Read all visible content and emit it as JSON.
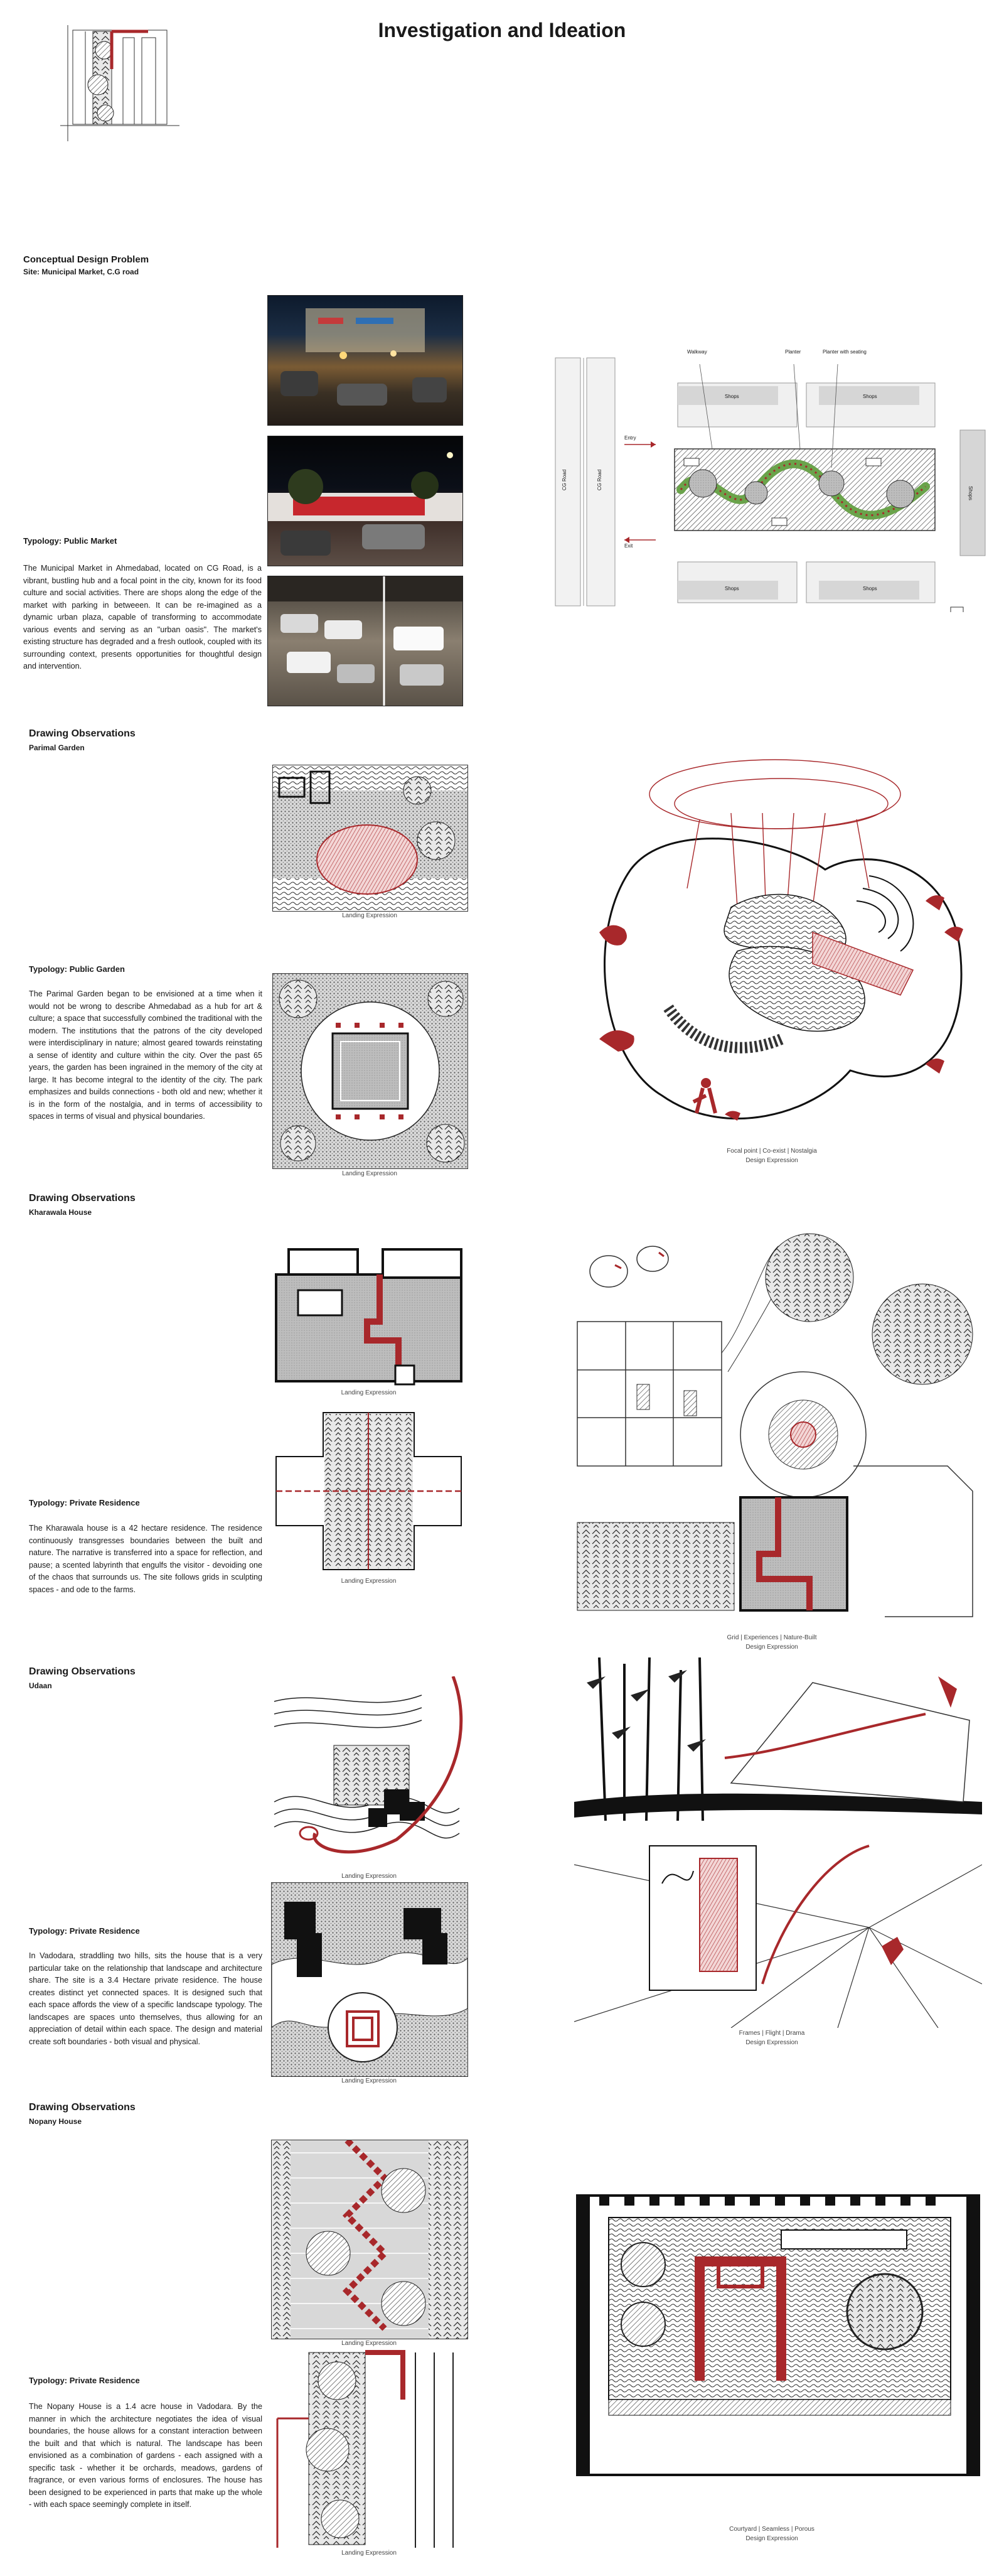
{
  "page": {
    "title": "Investigation and Ideation"
  },
  "colors": {
    "accent": "#a8282b",
    "ink": "#1a1a1a"
  },
  "problem": {
    "heading": "Conceptual Design Problem",
    "site": "Site: Municipal Market, C.G road",
    "typology": "Typology: Public Market",
    "description": "The Municipal Market in Ahmedabad, located on CG Road, is a vibrant, bustling hub and a focal point in the city, known for its food culture and social activities. There are shops along the edge of the market with parking in betweeen. It can be re-imagined as a dynamic urban plaza, capable of transforming to accommodate various events and serving as an \"urban oasis\". The market's existing structure has degraded and a fresh outlook, coupled with its surrounding context, presents opportunities for thoughtful design and intervention."
  },
  "site_plan": {
    "walkway": "Walkway",
    "planter": "Planter",
    "planter_seating": "Planter with seating",
    "shops": "Shops",
    "entry": "Entry",
    "exit": "Exit",
    "cg_road": "CG Road"
  },
  "observations": [
    {
      "heading": "Drawing Observations",
      "name": "Parimal Garden",
      "typology": "Typology: Public Garden",
      "description": "The Parimal Garden began to be envisioned at a time when it would not be wrong to describe Ahmedabad as a hub for art & culture; a space that successfully combined the traditional with the modern. The institutions that the patrons of the city developed were interdisciplinary in nature; almost geared towards reinstating a sense of identity and culture within the city. Over the past 65 years, the garden has been ingrained in the memory of the city at large. It has become integral to the identity of the city. The park emphasizes and builds connections - both old and new; whether it is in the form of the nostalgia, and in terms of accessibility to spaces in terms of visual and physical boundaries.",
      "cap1": "Landing Expression",
      "cap2": "Landing Expression",
      "keywords": "Focal point | Co-exist | Nostalgia",
      "design_caption": "Design Expression"
    },
    {
      "heading": "Drawing Observations",
      "name": "Kharawala House",
      "typology": "Typology: Private Residence",
      "description": "The Kharawala house is a 42 hectare residence. The residence continuously transgresses boundaries between the built and nature. The narrative is transferred into a space for reflection, and pause; a scented labyrinth that engulfs the visitor - devoiding one of the chaos that surrounds us. The site follows grids in sculpting spaces - and ode to the farms.",
      "cap1": "Landing Expression",
      "cap2": "Landing Expression",
      "keywords": "Grid | Experiences | Nature-Built",
      "design_caption": "Design Expression"
    },
    {
      "heading": "Drawing Observations",
      "name": "Udaan",
      "typology": "Typology: Private Residence",
      "description": "In Vadodara, straddling two hills, sits the house that is a very particular take on the relationship that landscape and architecture share. The site is a 3.4 Hectare private residence. The house creates distinct yet connected spaces. It is designed such that each space affords the view of a specific landscape typology. The landscapes are spaces unto themselves, thus allowing for an appreciation of detail within each space. The design and material create soft boundaries - both visual and physical.",
      "cap1": "Landing Expression",
      "cap2": "Landing Expression",
      "keywords": "Frames | Flight | Drama",
      "design_caption": "Design Expression"
    },
    {
      "heading": "Drawing Observations",
      "name": "Nopany House",
      "typology": "Typology: Private Residence",
      "description": "The Nopany House is a 1.4 acre house in Vadodara. By the manner in which the architecture negotiates the idea of visual boundaries, the house allows for a constant interaction between the built and that which is natural. The landscape has been envisioned as a combination of gardens - each assigned with a specific task - whether it be orchards, meadows, gardens of fragrance, or even various forms of enclosures. The house has been designed to be experienced in parts that make up the whole - with each space seemingly complete in itself.",
      "cap1": "Landing Expression",
      "cap2": "Landing Expression",
      "keywords": "Courtyard | Seamless | Porous",
      "design_caption": "Design Expression"
    }
  ]
}
